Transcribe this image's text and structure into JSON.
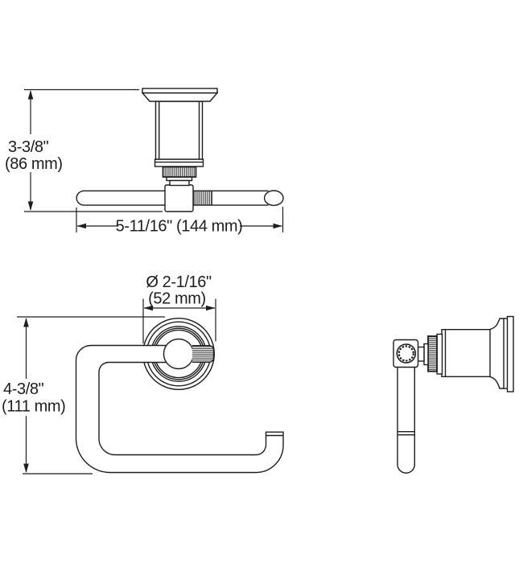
{
  "page": {
    "background": "#ffffff",
    "line_color": "#1d1d1f",
    "description": "Three-view technical dimension drawing of a wall-mount toilet paper holder"
  },
  "dimensions": {
    "top_view_depth_in": "3-3/8\"",
    "top_view_depth_mm": "(86 mm)",
    "top_view_width": "5-11/16\" (144 mm)",
    "front_view_diameter_in": "Ø 2-1/16\"",
    "front_view_diameter_mm": "(52 mm)",
    "front_view_height_in": "4-3/8\"",
    "front_view_height_mm": "(111 mm)"
  }
}
